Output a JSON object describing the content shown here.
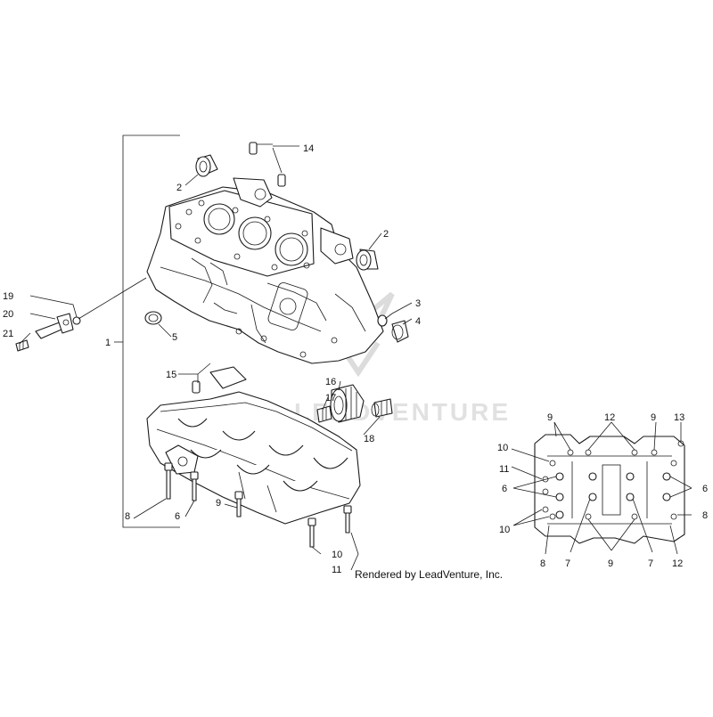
{
  "diagram": {
    "credit": "Rendered by LeadVenture, Inc.",
    "watermark": "LEADVENTURE",
    "colors": {
      "line": "#1a1a1a",
      "watermark": "#d9d9d9"
    },
    "callouts": {
      "c1": "1",
      "c2a": "2",
      "c2b": "2",
      "c3": "3",
      "c4": "4",
      "c5": "5",
      "c6": "6",
      "c8": "8",
      "c9": "9",
      "c10": "10",
      "c11": "11",
      "c14": "14",
      "c15": "15",
      "c16": "16",
      "c17": "17",
      "c18": "18",
      "c19": "19",
      "c20": "20",
      "c21": "21"
    },
    "inset_callouts": {
      "i9a": "9",
      "i12a": "12",
      "i9b": "9",
      "i13": "13",
      "i10a": "10",
      "i11": "11",
      "i6a": "6",
      "i6b": "6",
      "i10b": "10",
      "i8a": "8",
      "i8b": "8",
      "i7a": "7",
      "i9c": "9",
      "i7b": "7",
      "i12b": "12"
    }
  }
}
